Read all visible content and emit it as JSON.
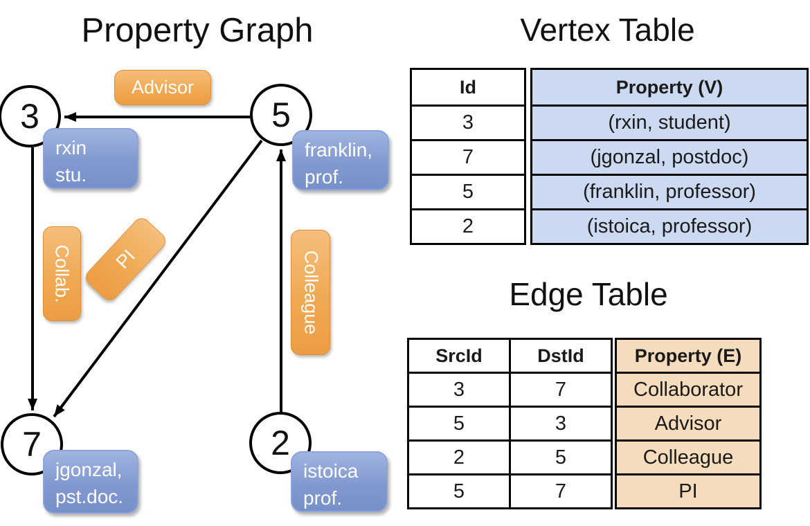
{
  "graph": {
    "title": "Property Graph",
    "vertices": [
      {
        "id": "3",
        "line1": "rxin",
        "line2": "stu."
      },
      {
        "id": "5",
        "line1": "franklin,",
        "line2": "prof."
      },
      {
        "id": "7",
        "line1": "jgonzal,",
        "line2": "pst.doc."
      },
      {
        "id": "2",
        "line1": "istoica",
        "line2": "prof."
      }
    ],
    "edge_labels": {
      "advisor": "Advisor",
      "collab": "Collab.",
      "pi": "PI",
      "colleague": "Colleague"
    }
  },
  "vertex_table": {
    "title": "Vertex Table",
    "columns": {
      "id": "Id",
      "property": "Property (V)"
    },
    "rows": [
      {
        "id": "3",
        "property": "(rxin, student)"
      },
      {
        "id": "7",
        "property": "(jgonzal, postdoc)"
      },
      {
        "id": "5",
        "property": "(franklin, professor)"
      },
      {
        "id": "2",
        "property": "(istoica, professor)"
      }
    ]
  },
  "edge_table": {
    "title": "Edge Table",
    "columns": {
      "src": "SrcId",
      "dst": "DstId",
      "property": "Property (E)"
    },
    "rows": [
      {
        "src": "3",
        "dst": "7",
        "property": "Collaborator"
      },
      {
        "src": "5",
        "dst": "3",
        "property": "Advisor"
      },
      {
        "src": "2",
        "dst": "5",
        "property": "Colleague"
      },
      {
        "src": "5",
        "dst": "7",
        "property": "PI"
      }
    ]
  },
  "colors": {
    "edge_label_orange": "#F0A953",
    "edge_label_border": "#DE8F35",
    "vertex_label_blue": "#8299CF",
    "vertex_label_border": "#8BA3D8",
    "vertex_table_fill": "#CBD9F1",
    "edge_table_fill": "#F4DCBC",
    "graph_line": "#000000",
    "label_text": "#FFFFFF",
    "title_text": "#111111"
  }
}
